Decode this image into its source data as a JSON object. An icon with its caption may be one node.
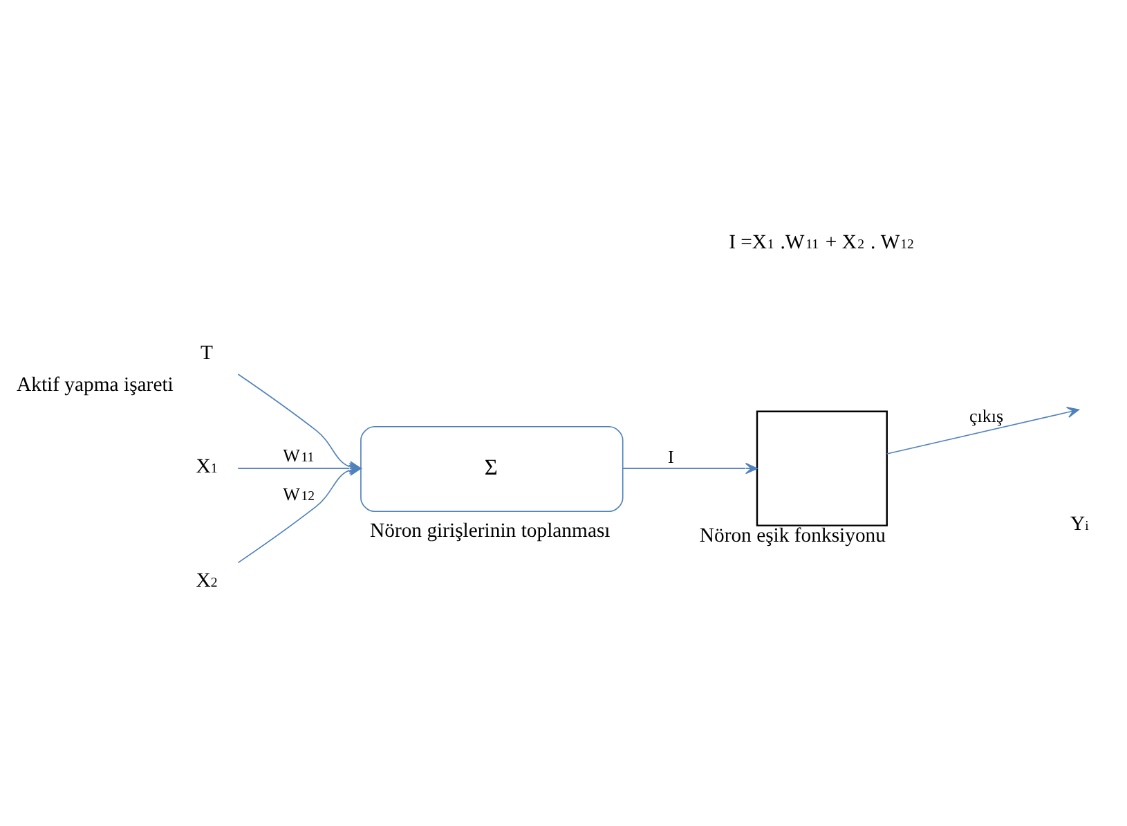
{
  "diagram": {
    "nodes": [
      {
        "text": [
          "T"
        ],
        "beside": [
          "Aktif yapma işareti"
        ]
      },
      {
        "text": [
          "X$_{1}$"
        ]
      },
      {
        "text": [
          "X$_{2}$"
        ]
      },
      {
        "text": [
          "Σ"
        ],
        "beside": [
          "Nöron girişlerinin toplanması"
        ]
      },
      {
        "text": [],
        "shape": "box",
        "beside": [
          "Nöron eşik fonksiyonu"
        ]
      }
    ],
    "edges": [
      {
        "from": 0,
        "to": 3,
        "arrow": "to"
      },
      {
        "from": 1,
        "to": 3,
        "arrow": "to",
        "label": "W$_{11}$"
      },
      {
        "from": 2,
        "to": 3,
        "arrow": "to",
        "label": "W$_{12}$"
      },
      {
        "from": 3,
        "to": 4,
        "arrow": "to",
        "label": "I"
      },
      {
        "from": 4,
        "to": null,
        "arrow": "to",
        "label": "çıkış"
      }
    ],
    "labels": [
      "I =X$_{1}$ .W$_{11}$ + X$_{2}$ . W$_{12}$",
      "Y$_{i}$"
    ]
  }
}
